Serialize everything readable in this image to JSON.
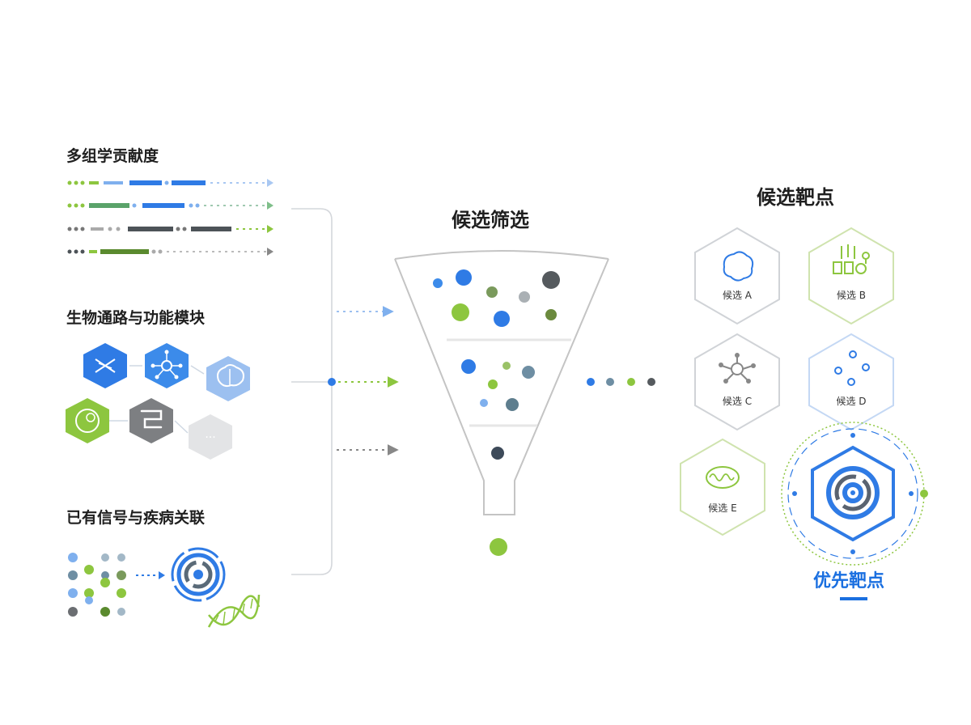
{
  "inputs": {
    "omics_label": "多组学贡献度",
    "pathway_label": "生物通路与功能模块",
    "signal_label": "已有信号与疾病关联",
    "pathway_more": "···"
  },
  "funnel": {
    "title": "候选筛选"
  },
  "targets": {
    "title": "候选靶点",
    "candidates": [
      {
        "label": "候选 A"
      },
      {
        "label": "候选 B"
      },
      {
        "label": "候选 C"
      },
      {
        "label": "候选 D"
      },
      {
        "label": "候选 E"
      }
    ],
    "priority_label": "优先靶点"
  },
  "colors": {
    "blue": "#2f7be5",
    "lightblue": "#7fb0ee",
    "green": "#8dc63f",
    "darkgreen": "#5a8a2e",
    "gray": "#6b6e72",
    "darkgray": "#4d5358",
    "steel": "#6e8ea3",
    "funnel_stroke": "#c4c4c4"
  }
}
